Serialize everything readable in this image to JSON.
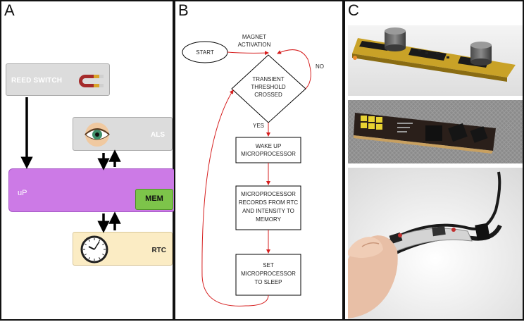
{
  "panel_a": {
    "letter": "A",
    "reed_switch": "REED SWITCH",
    "als": "ALS",
    "up": "uP",
    "mem": "MEM",
    "rtc": "RTC"
  },
  "panel_b": {
    "letter": "B",
    "start": "START",
    "magnet_1": "MAGNET",
    "magnet_2": "ACTIVATION",
    "decision_1": "TRANSIENT",
    "decision_2": "THRESHOLD",
    "decision_3": "CROSSED",
    "no": "NO",
    "yes": "YES",
    "step1_1": "WAKE UP",
    "step1_2": "MICROPROCESSOR",
    "step2_1": "MICROPROCESSOR",
    "step2_2": "RECORDS FROM RTC",
    "step2_3": "AND INTENSITY TO",
    "step2_4": "MEMORY",
    "step3_1": "SET",
    "step3_2": "MICROPROCESSOR",
    "step3_3": "TO SLEEP",
    "arrow_color": "#d61f1f"
  },
  "panel_c": {
    "letter": "C"
  }
}
